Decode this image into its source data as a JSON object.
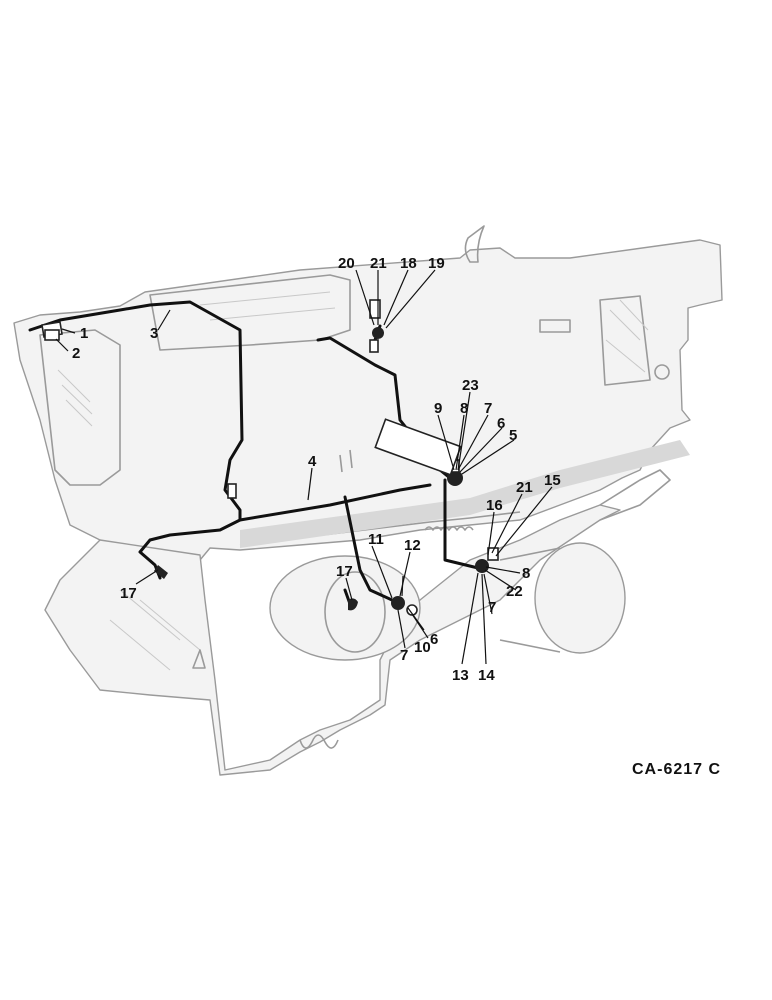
{
  "reference_code": "CA-6217 C",
  "callout_numbers": [
    "1",
    "2",
    "3",
    "4",
    "5",
    "6",
    "7",
    "8",
    "9",
    "10",
    "11",
    "12",
    "13",
    "14",
    "15",
    "16",
    "17",
    "18",
    "19",
    "20",
    "21",
    "22",
    "23"
  ]
}
